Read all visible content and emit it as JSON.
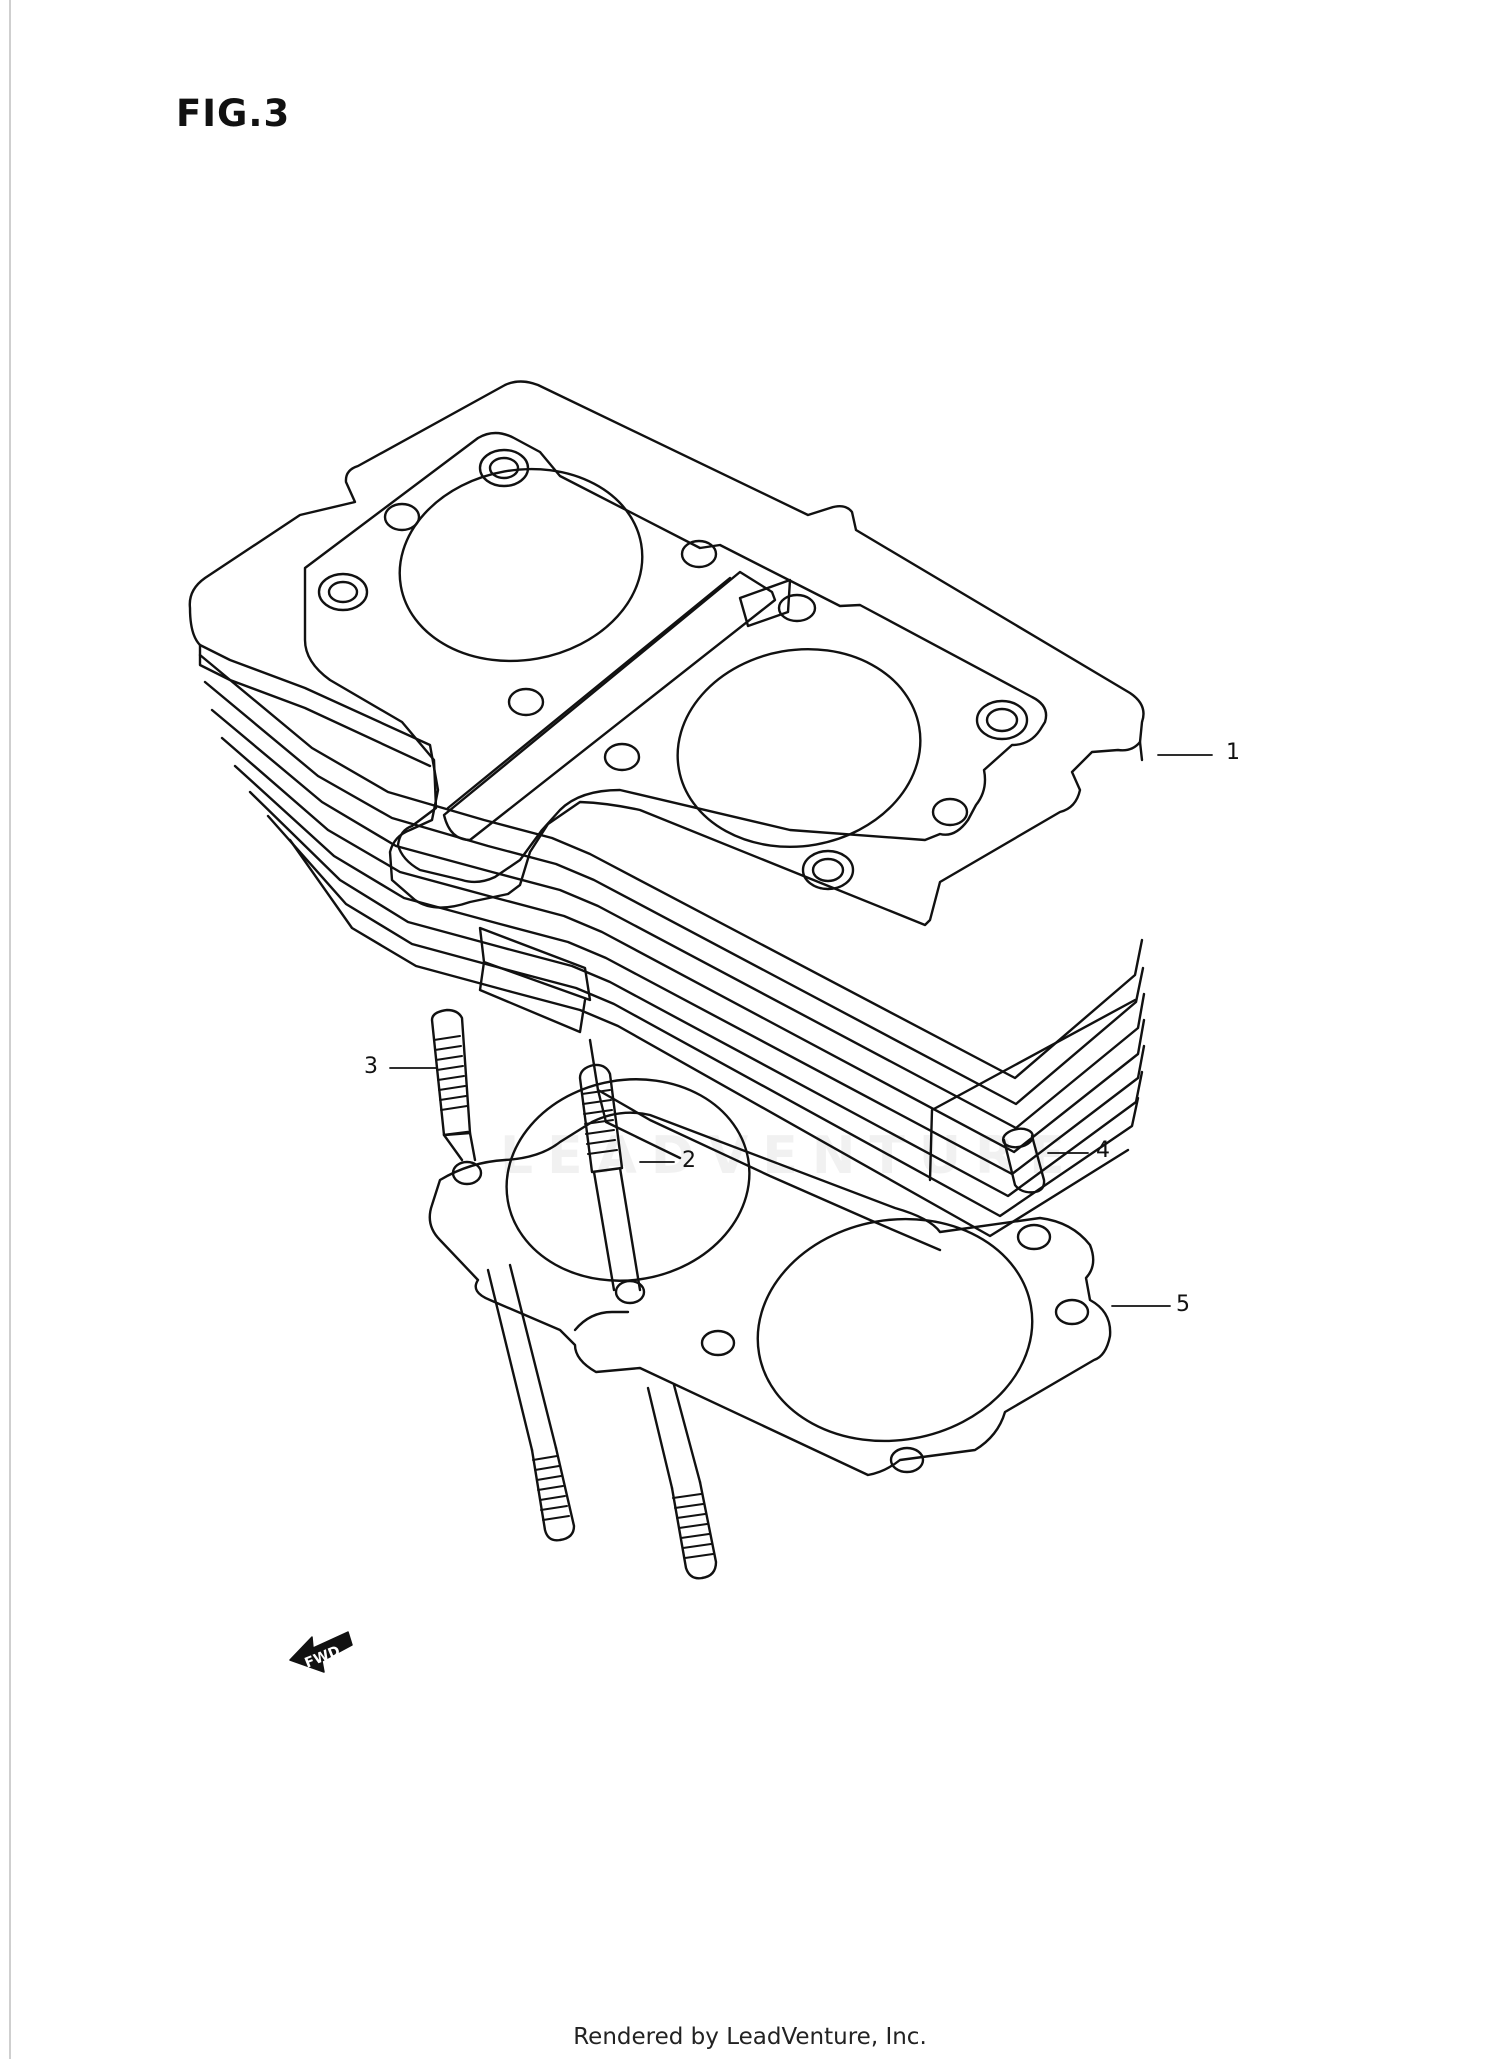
{
  "figure": {
    "title": "FIG.3"
  },
  "callouts": [
    {
      "number": "1",
      "part": "cylinder"
    },
    {
      "number": "2",
      "part": "stud-long"
    },
    {
      "number": "3",
      "part": "stud-short"
    },
    {
      "number": "4",
      "part": "dowel-pin"
    },
    {
      "number": "5",
      "part": "base-gasket"
    }
  ],
  "orientation_mark": {
    "label": "FWD"
  },
  "watermark": {
    "text": "LEADVENTURE"
  },
  "footer": {
    "text": "Rendered by LeadVenture, Inc."
  }
}
